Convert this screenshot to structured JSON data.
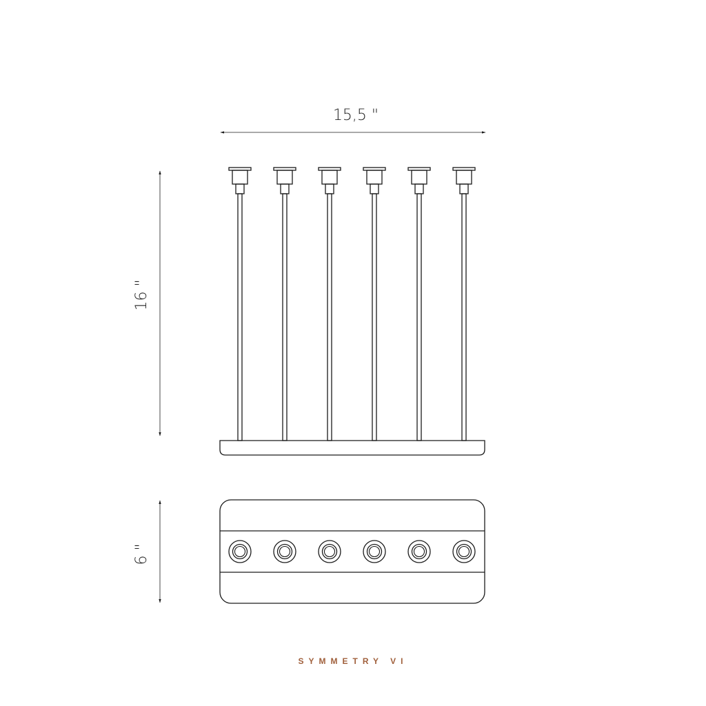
{
  "dimensions": {
    "width_label": "15,5 \"",
    "height_label": "16 \"",
    "depth_label": "6 \""
  },
  "candle_holder": {
    "candle_count": 6
  },
  "caption": {
    "text": "SYMMETRY VI",
    "color": "#a0603c"
  },
  "colors": {
    "line": "#1a1a1a"
  }
}
